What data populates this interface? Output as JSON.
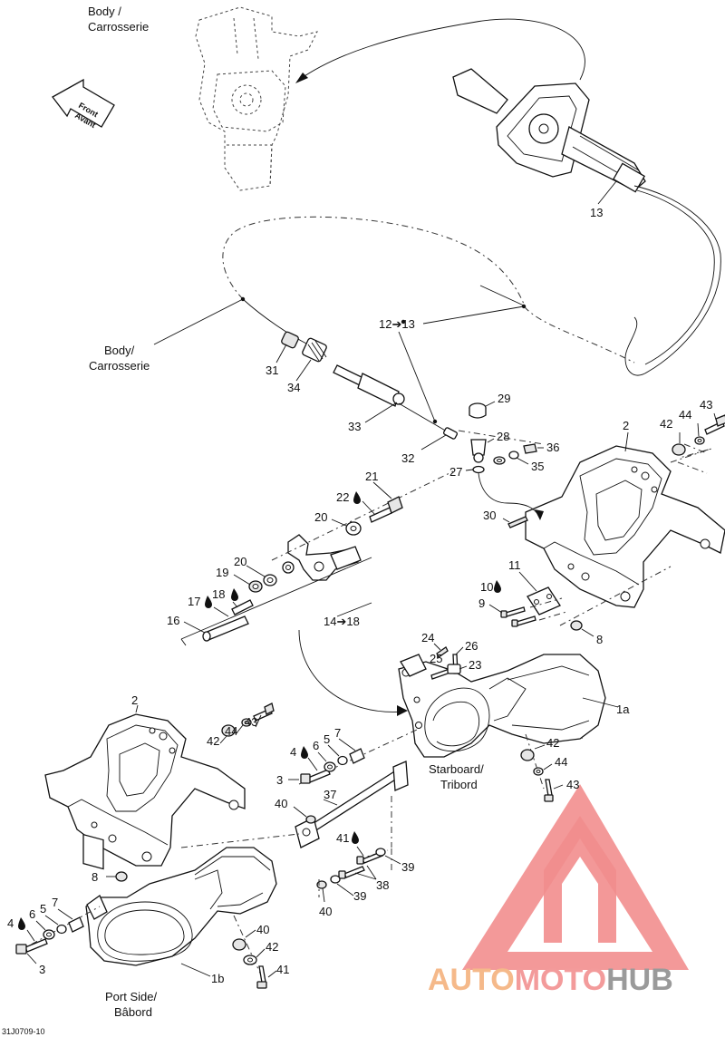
{
  "labels": {
    "body_top_1": "Body /",
    "body_top_2": "Carrosserie",
    "front_1": "Front",
    "front_2": "Avant",
    "body_mid_1": "Body/",
    "body_mid_2": "Carrosserie",
    "starboard_1": "Starboard/",
    "starboard_2": "Tribord",
    "port_1": "Port Side/",
    "port_2": "Bâbord",
    "diagram_code": "31J0709-10"
  },
  "callouts": {
    "c13": "13",
    "c12_13": "12➔13",
    "c31": "31",
    "c34": "34",
    "c33": "33",
    "c32": "32",
    "c29": "29",
    "c28": "28",
    "c27": "27",
    "c36": "36",
    "c35": "35",
    "c2_top": "2",
    "c42_top": "42",
    "c44_top": "44",
    "c43_top": "43",
    "c21": "21",
    "c22": "22",
    "c20a": "20",
    "c20b": "20",
    "c19": "19",
    "c18": "18",
    "c17": "17",
    "c16": "16",
    "c14_18": "14➔18",
    "c30": "30",
    "c11": "11",
    "c10": "10",
    "c9": "9",
    "c8_top": "8",
    "c24": "24",
    "c26": "26",
    "c25": "25",
    "c23": "23",
    "c1a": "1a",
    "c2_left": "2",
    "c42_left": "42",
    "c44_left": "44",
    "c43_left": "43",
    "c4_mid": "4",
    "c6_mid": "6",
    "c5_mid": "5",
    "c7_mid": "7",
    "c3_mid": "3",
    "c42_right": "42",
    "c44_right": "44",
    "c43_right": "43",
    "c40_a": "40",
    "c37": "37",
    "c41": "41",
    "c39_a": "39",
    "c38": "38",
    "c39_b": "39",
    "c40_b": "40",
    "c8_left": "8",
    "c4_bot": "4",
    "c6_bot": "6",
    "c5_bot": "5",
    "c7_bot": "7",
    "c3_bot": "3",
    "c40_c": "40",
    "c42_bot": "42",
    "c41_bot": "41",
    "c1b": "1b"
  },
  "watermark": {
    "brand": "AUTOMOTOHUB",
    "color_auto": "#f5b98a",
    "color_moto": "#f39b9b",
    "color_hub": "#9a9a9a",
    "logo_color": "#f07a7a"
  }
}
